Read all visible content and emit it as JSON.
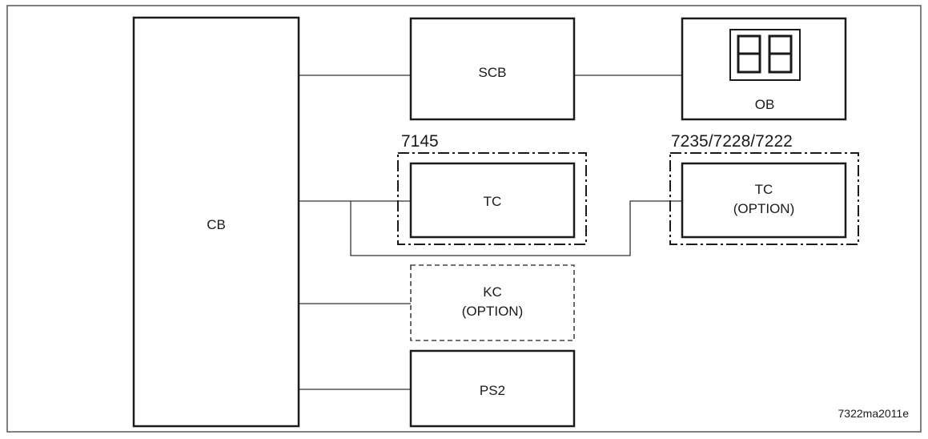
{
  "blocks": {
    "cb": "CB",
    "scb": "SCB",
    "ob": "OB",
    "ob_display": "88",
    "tc_std": "TC",
    "tc_opt": "TC",
    "tc_opt_sub": "(OPTION)",
    "kc": "KC",
    "kc_sub": "(OPTION)",
    "ps2": "PS2"
  },
  "groups": {
    "model_7145": "7145",
    "model_7235": "7235/7228/7222"
  },
  "figure_id": "7322ma2011e",
  "colors": {
    "line": "#1a1a1a",
    "background": "#ffffff"
  }
}
